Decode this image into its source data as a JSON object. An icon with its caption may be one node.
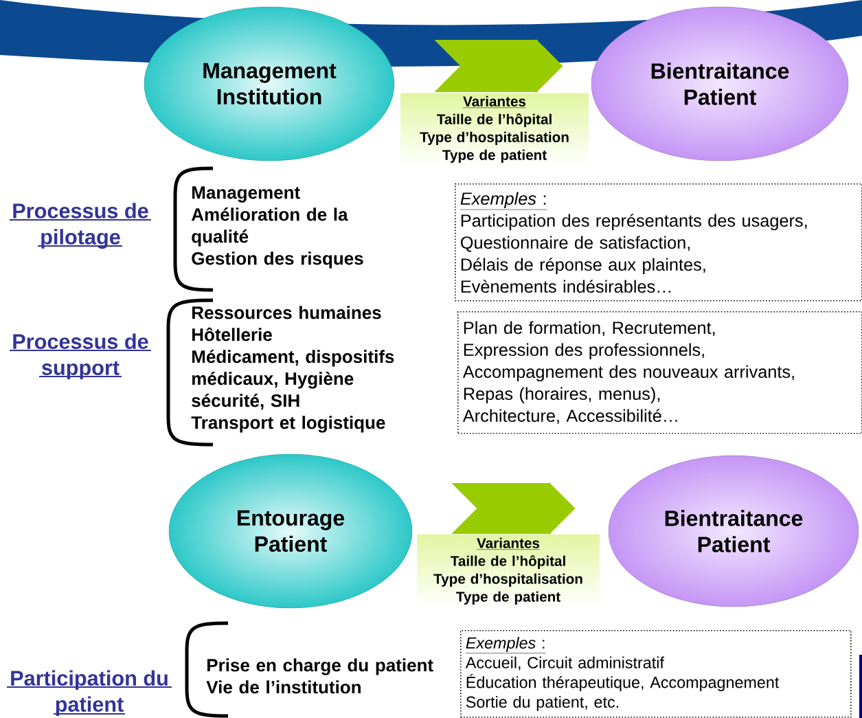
{
  "diagram": {
    "nodes": [
      {
        "text": [
          "Management Institution"
        ]
      },
      {
        "text": [
          "Variantes",
          "Taille de l’hôpital",
          "Type d’hospitalisation",
          "Type de patient"
        ]
      },
      {
        "text": [
          "Bientraitance Patient"
        ]
      },
      {
        "text": [
          "*Exemples* :",
          "Participation des représentants des usagers,",
          "Questionnaire de satisfaction,",
          "Délais de réponse aux plaintes,",
          "Evènements indésirables…"
        ]
      },
      {
        "text": [
          "Plan de formation, Recrutement,",
          "Expression des professionnels,",
          "Accompagnement des nouveaux arrivants,",
          "Repas (horaires, menus),",
          "Architecture, Accessibilité…"
        ]
      },
      {
        "text": [
          "Entourage Patient"
        ]
      },
      {
        "text": [
          "Variantes",
          "Taille de l’hôpital",
          "Type d’hospitalisation",
          "Type de patient"
        ]
      },
      {
        "text": [
          "Bientraitance Patient"
        ]
      },
      {
        "text": [
          "*Exemples* :",
          "Accueil, Circuit administratif",
          "Éducation thérapeutique, Accompagnement",
          "Sortie du patient, etc."
        ]
      }
    ],
    "edges": [
      {
        "from": 0,
        "to": 2,
        "arrow": "to"
      },
      {
        "from": 5,
        "to": 7,
        "arrow": "to"
      }
    ],
    "labels": [
      "Processus de pilotage",
      "Management",
      "Amélioration de la qualité",
      "Gestion des risques",
      "Processus de support",
      "Ressources humaines",
      "Hôtellerie",
      "Médicament, dispositifs médicaux, Hygiène sécurité, SIH",
      "Transport et logistique",
      "Participation du patient",
      "Prise en charge du patient",
      "Vie de l’institution"
    ]
  }
}
